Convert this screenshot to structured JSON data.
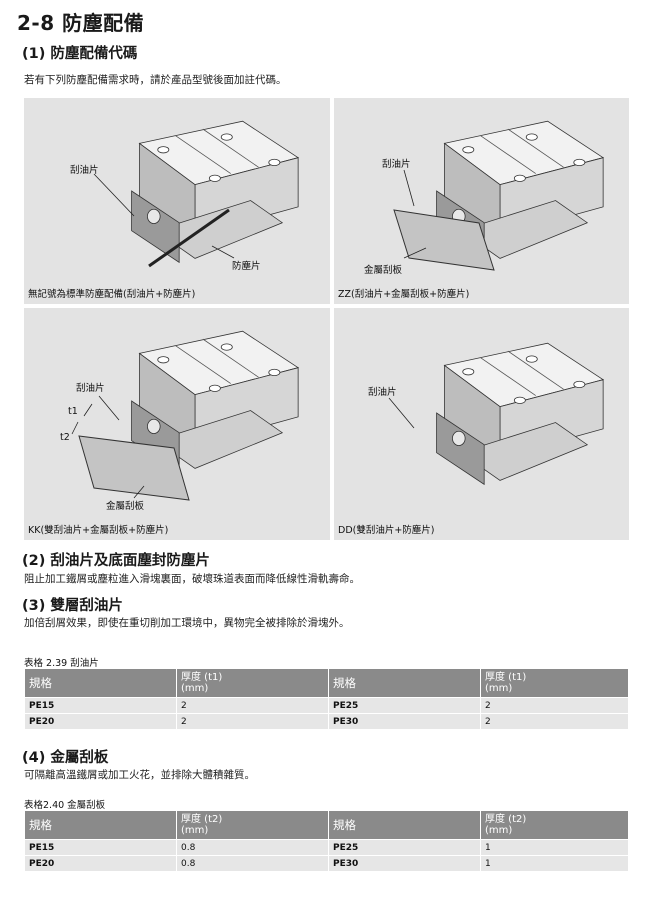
{
  "section_title": "2-8 防塵配備",
  "sub1": {
    "title": "(1) 防塵配備代碼",
    "text": "若有下列防塵配備需求時，請於產品型號後面加註代碼。"
  },
  "figures": [
    {
      "caption": "無記號為標準防塵配備(刮油片+防塵片)",
      "labels": [
        "刮油片",
        "防塵片"
      ]
    },
    {
      "caption": "ZZ(刮油片+金屬刮板+防塵片)",
      "labels": [
        "刮油片",
        "金屬刮板"
      ]
    },
    {
      "caption": "KK(雙刮油片+金屬刮板+防塵片)",
      "labels": [
        "刮油片",
        "t1",
        "t2",
        "金屬刮板"
      ]
    },
    {
      "caption": "DD(雙刮油片+防塵片)",
      "labels": [
        "刮油片"
      ]
    }
  ],
  "sub2": {
    "title": "(2) 刮油片及底面塵封防塵片",
    "text": "阻止加工鐵屑或塵粒進入滑塊裏面，破壞珠道表面而降低線性滑軌壽命。"
  },
  "sub3": {
    "title": "(3) 雙層刮油片",
    "text": "加倍刮屑效果，即使在重切削加工環境中，異物完全被排除於滑塊外。"
  },
  "table1": {
    "caption": "表格 2.39  刮油片",
    "headers": [
      "規格",
      "厚度 (t1)",
      "(mm)",
      "規格",
      "厚度 (t1)",
      "(mm)"
    ],
    "rows": [
      [
        "PE15",
        "2",
        "PE25",
        "2"
      ],
      [
        "PE20",
        "2",
        "PE30",
        "2"
      ]
    ]
  },
  "sub4": {
    "title": "(4) 金屬刮板",
    "text": "可隔離高溫鐵屑或加工火花，並排除大體積雜質。"
  },
  "table2": {
    "caption": "表格2.40  金屬刮板",
    "headers": [
      "規格",
      "厚度 (t2)",
      "(mm)",
      "規格",
      "厚度 (t2)",
      "(mm)"
    ],
    "rows": [
      [
        "PE15",
        "0.8",
        "PE25",
        "1"
      ],
      [
        "PE20",
        "0.8",
        "PE30",
        "1"
      ]
    ]
  }
}
